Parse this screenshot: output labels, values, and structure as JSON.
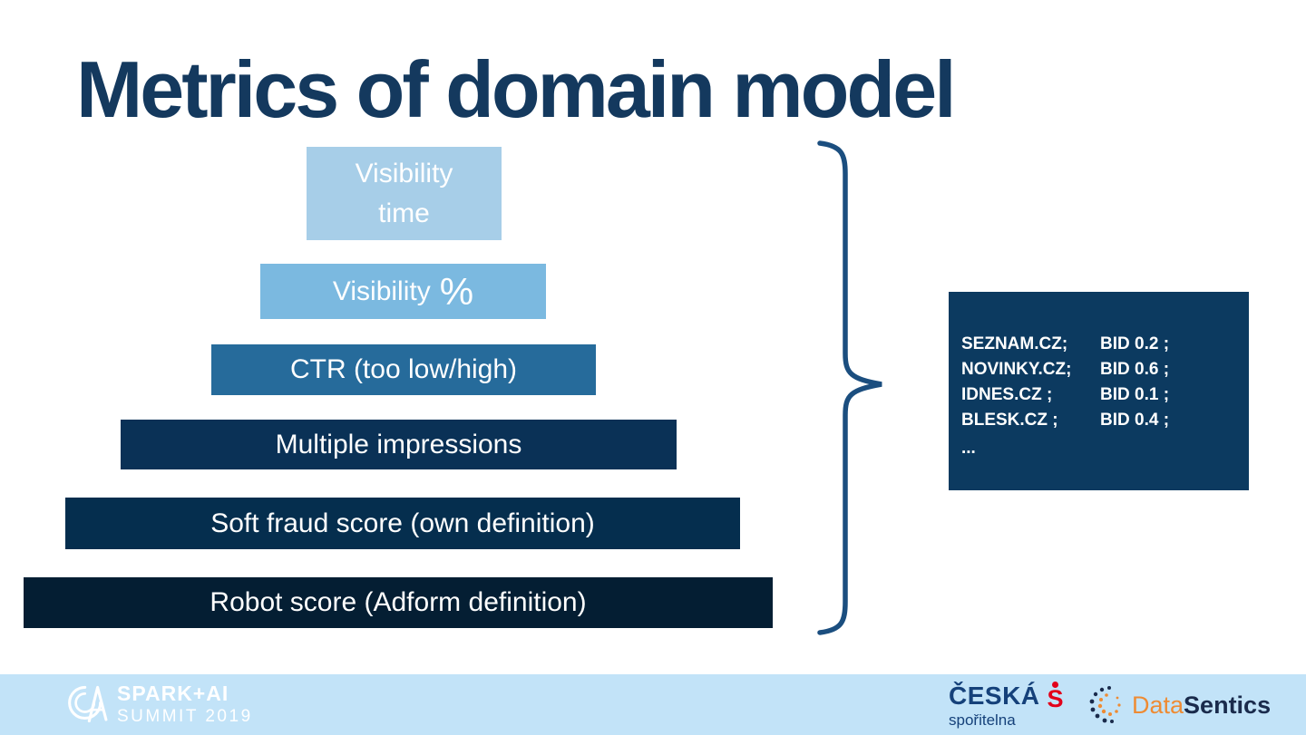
{
  "title": "Metrics of domain model",
  "funnel": {
    "bars": [
      {
        "label": "Visibility time",
        "line1": "Visibility",
        "line2": "time",
        "color": "#A7CEE8"
      },
      {
        "label": "Visibility %",
        "text": "Visibility",
        "suffix": "%",
        "color": "#7BB9E0"
      },
      {
        "label": "CTR (too low/high)",
        "color": "#266B9B"
      },
      {
        "label": "Multiple impressions",
        "color": "#0A3156"
      },
      {
        "label": "Soft fraud score (own definition)",
        "color": "#052E4E"
      },
      {
        "label": "Robot score (Adform definition)",
        "color": "#041E33"
      }
    ]
  },
  "bid_box": {
    "background": "#0C3A60",
    "rows": [
      {
        "domain": "SEZNAM.CZ;",
        "bid": "BID 0.2 ;"
      },
      {
        "domain": "NOVINKY.CZ;",
        "bid": "BID 0.6 ;"
      },
      {
        "domain": "IDNES.CZ ;",
        "bid": "BID 0.1 ;"
      },
      {
        "domain": "BLESK.CZ ;",
        "bid": "BID 0.4 ;"
      },
      {
        "domain": "...",
        "bid": ""
      }
    ]
  },
  "footer": {
    "spark_logo_line1": "SPARK+AI",
    "spark_logo_line2": "SUMMIT 2019",
    "ceska_line1": "ČESKÁ",
    "ceska_s": "S",
    "ceska_line2": "spořitelna",
    "datasentics_part1": "Data",
    "datasentics_part2": "Sentics"
  },
  "colors": {
    "title_navy": "#14395E",
    "brace": "#1B4E7F",
    "footer_bg": "#C2E3F8",
    "ceska_red": "#E2001A",
    "datasentics_orange": "#EE8B33",
    "datasentics_navy": "#1A2B4C"
  }
}
